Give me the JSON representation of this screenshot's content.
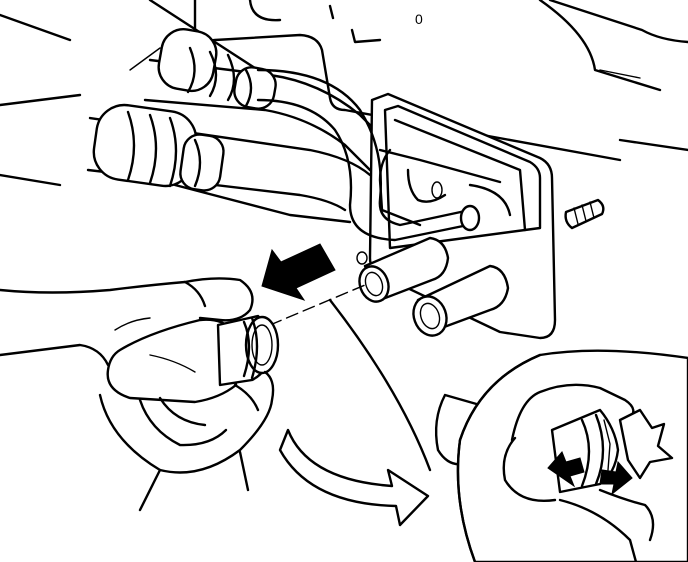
{
  "diagram": {
    "port_marker": "0",
    "colors": {
      "ink": "#000000",
      "paper": "#ffffff"
    },
    "components": [
      "heater-core-housing",
      "upper-coolant-hose",
      "lower-coolant-hose",
      "coolant-pipe-loop",
      "outlet-pipe-stubs",
      "quick-connect-fitting",
      "hands",
      "pull-direction-arrow",
      "rotation-arrow",
      "detail-inset",
      "release-tab-arrows"
    ]
  }
}
